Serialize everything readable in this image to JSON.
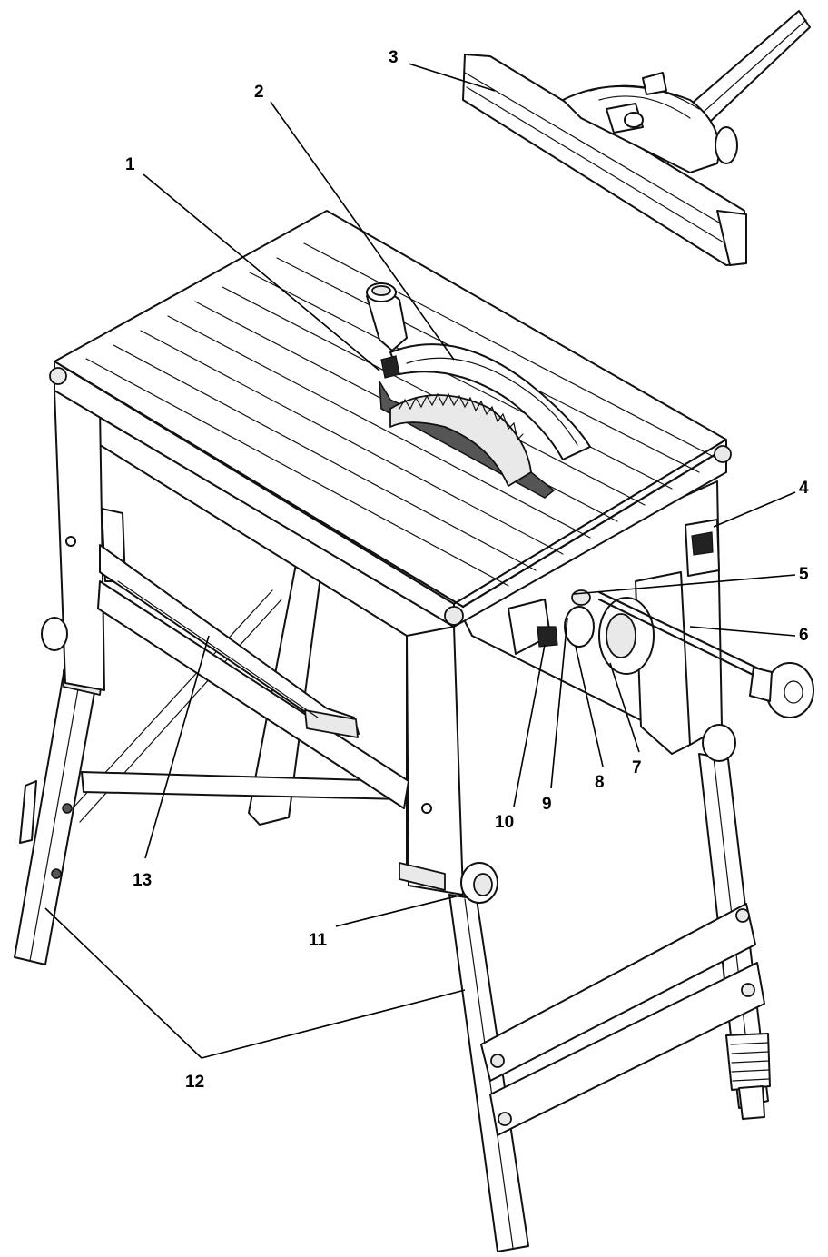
{
  "diagram": {
    "type": "exploded-parts-illustration",
    "subject": "table saw with folding stand",
    "callouts": [
      {
        "id": "c1",
        "label": "1"
      },
      {
        "id": "c2",
        "label": "2"
      },
      {
        "id": "c3",
        "label": "3"
      },
      {
        "id": "c4",
        "label": "4"
      },
      {
        "id": "c5",
        "label": "5"
      },
      {
        "id": "c6",
        "label": "6"
      },
      {
        "id": "c7",
        "label": "7"
      },
      {
        "id": "c8",
        "label": "8"
      },
      {
        "id": "c9",
        "label": "9"
      },
      {
        "id": "c10",
        "label": "10"
      },
      {
        "id": "c11",
        "label": "11"
      },
      {
        "id": "c12",
        "label": "12"
      },
      {
        "id": "c13",
        "label": "13"
      }
    ],
    "colors": {
      "line": "#111111",
      "background": "#ffffff",
      "shade": "#e9e9e9"
    }
  }
}
